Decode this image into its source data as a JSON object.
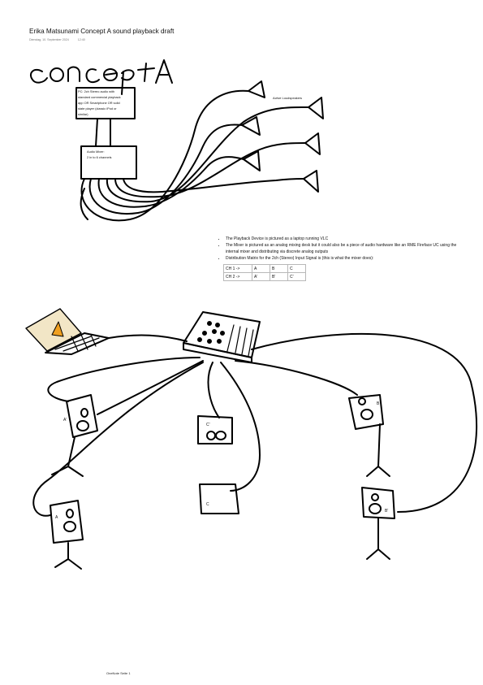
{
  "header": {
    "title": "Erika Matsunami Concept A sound playback draft",
    "date": "Dienstag, 10. September 2024",
    "time": "12:40"
  },
  "sketch_top": {
    "heading": "Concept A",
    "pc_note": [
      "PC: 2ch Stereo audio with",
      "standard commercial playback",
      "app OR Smartphone OR solid",
      "state player (classic iPod or",
      "similar)"
    ],
    "mixer_note": [
      "Audio Mixer:",
      "2 in to 6 channels"
    ],
    "speaker_note": "Active Loudspeakers"
  },
  "notes": {
    "bullets": [
      "The Playback Device is pictured as a laptop running VLC",
      "The Mixer is pictured as an analog mixing desk but it could also be a piece of audio hardware like an RME Fireface UC using the internal mixer and distributing via discrete analog outputs",
      "Distribution Matrix for the 2ch (Stereo) Input Signal is (this is what the mixer does):"
    ],
    "matrix": [
      [
        "CH 1 ->",
        "A",
        "B",
        "C"
      ],
      [
        "CH 2 ->",
        "A'",
        "B'",
        "C'"
      ]
    ]
  },
  "sketch_bottom": {
    "labels": {
      "a_prime": "A'",
      "a": "A",
      "c_prime": "C'",
      "c": "C",
      "b": "B",
      "b_prime": "B'"
    }
  },
  "footer": "OneNote Seite 1"
}
